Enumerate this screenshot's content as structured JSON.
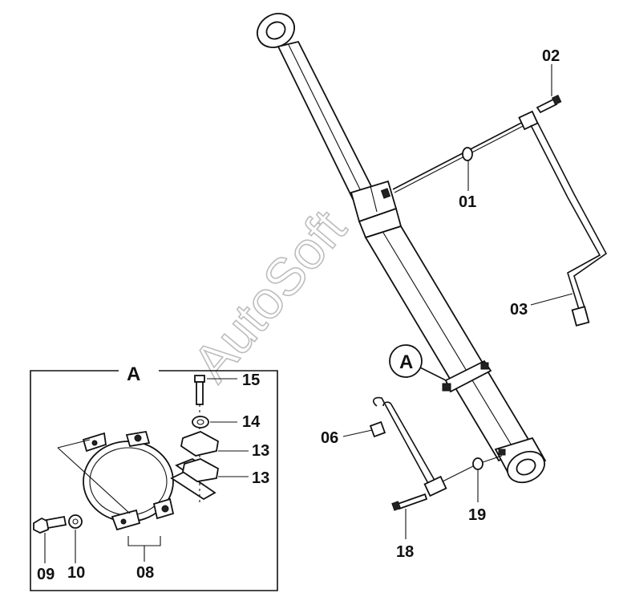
{
  "watermark": "AutoSoft",
  "detail_view": {
    "title": "A"
  },
  "callout": "A",
  "parts": [
    "01",
    "02",
    "03",
    "06",
    "08",
    "09",
    "10",
    "13",
    "13",
    "14",
    "15",
    "18",
    "19"
  ]
}
